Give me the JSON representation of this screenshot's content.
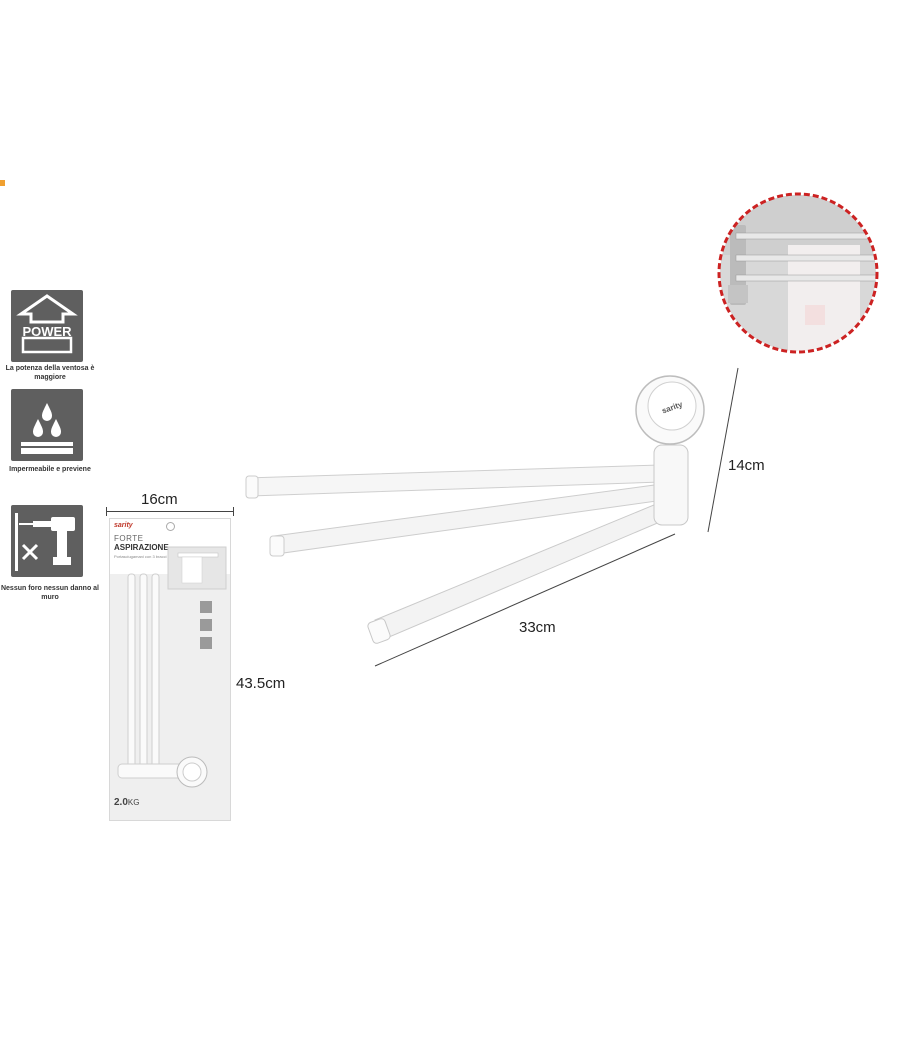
{
  "features": [
    {
      "icon": "power-arrow-icon",
      "label": "POWER",
      "caption": "La potenza della ventosa è maggiore"
    },
    {
      "icon": "water-drops-icon",
      "label": "",
      "caption": "Impermeabile e previene"
    },
    {
      "icon": "no-drill-icon",
      "label": "",
      "caption": "Nessun foro nessun danno al muro"
    }
  ],
  "dimensions": {
    "package_width": "16cm",
    "package_height": "43.5cm",
    "product_height": "14cm",
    "product_length": "33cm"
  },
  "package": {
    "brand": "sarity",
    "line1": "FORTE",
    "line2": "ASPIRAZIONE",
    "line3": "Portasciugamani con 3 bracci",
    "weight": "2.0",
    "weight_unit": "KG"
  },
  "product": {
    "brand": "sarity",
    "arm_count": 3
  },
  "colors": {
    "icon_bg": "#5f5f5f",
    "inset_border": "#cc2222",
    "product_white": "#f4f4f4"
  }
}
